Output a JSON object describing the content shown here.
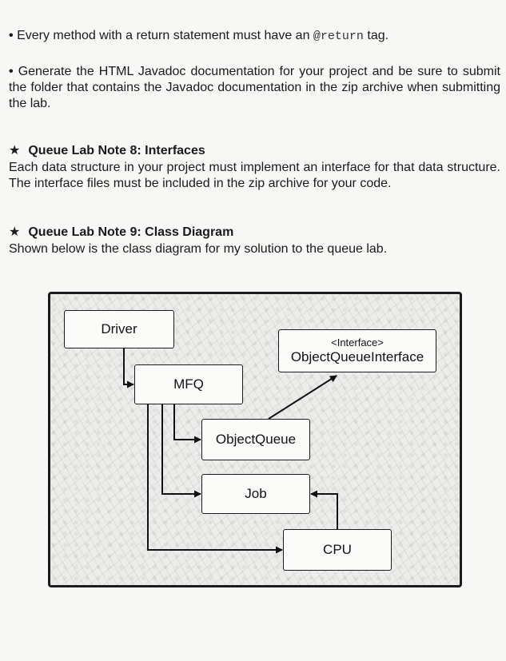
{
  "bullets": {
    "item1": {
      "dot": "•",
      "text_before": "Every method with a return statement must have an ",
      "code": "@return",
      "text_after": " tag."
    },
    "item2": {
      "dot": "•",
      "text": "Generate the HTML Javadoc documentation for your project and be sure to submit the folder that contains the Javadoc documentation in the zip archive when submitting the lab."
    }
  },
  "note8": {
    "star": "★",
    "heading": "Queue Lab Note 8: Interfaces",
    "body": "Each data structure in your project must implement an interface for that data structure. The interface files must be included in the zip archive for your code."
  },
  "note9": {
    "star": "★",
    "heading": "Queue Lab Note 9: Class Diagram",
    "body": "Shown below is the class diagram for my solution to the queue lab."
  },
  "diagram": {
    "boxes": {
      "driver": "Driver",
      "mfq": "MFQ",
      "interface_tag": "<Interface>",
      "interface_name": "ObjectQueueInterface",
      "objectqueue": "ObjectQueue",
      "job": "Job",
      "cpu": "CPU"
    }
  }
}
